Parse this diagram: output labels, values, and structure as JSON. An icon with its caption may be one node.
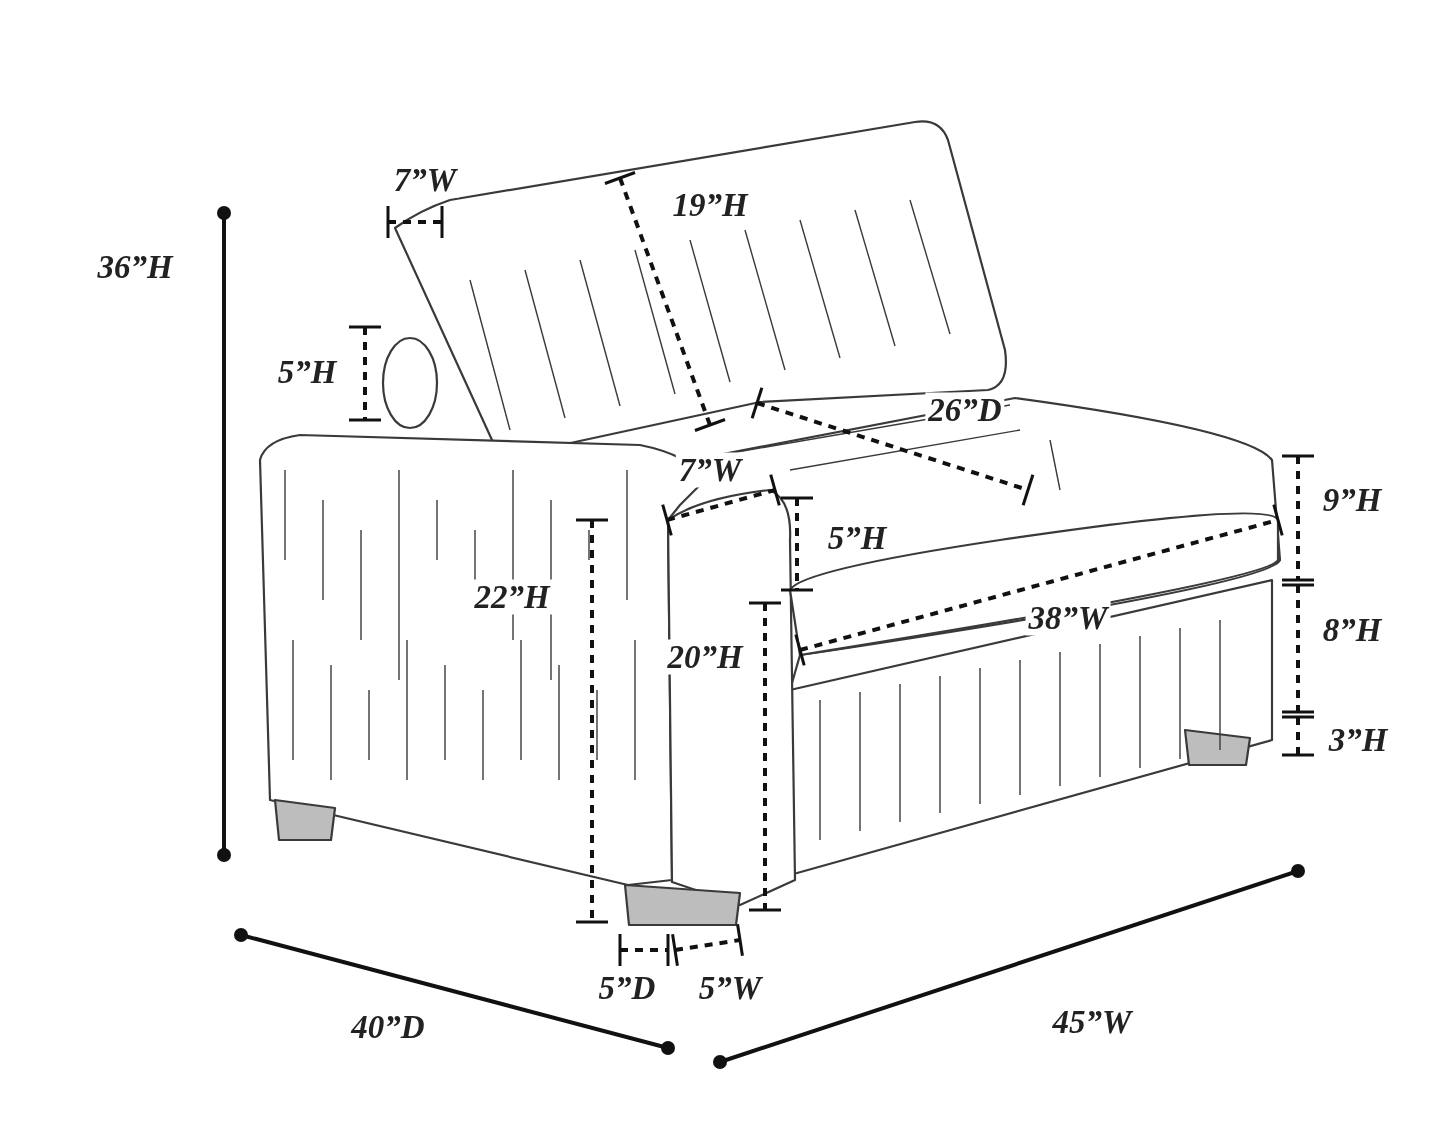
{
  "diagram": {
    "labels": [
      "7”W",
      "19”H",
      "36”H",
      "5”H",
      "26”D",
      "7”W",
      "9”H",
      "5”H",
      "22”H",
      "38”W",
      "8”H",
      "20”H",
      "3”H",
      "5”D",
      "5”W",
      "40”D",
      "45”W"
    ]
  }
}
